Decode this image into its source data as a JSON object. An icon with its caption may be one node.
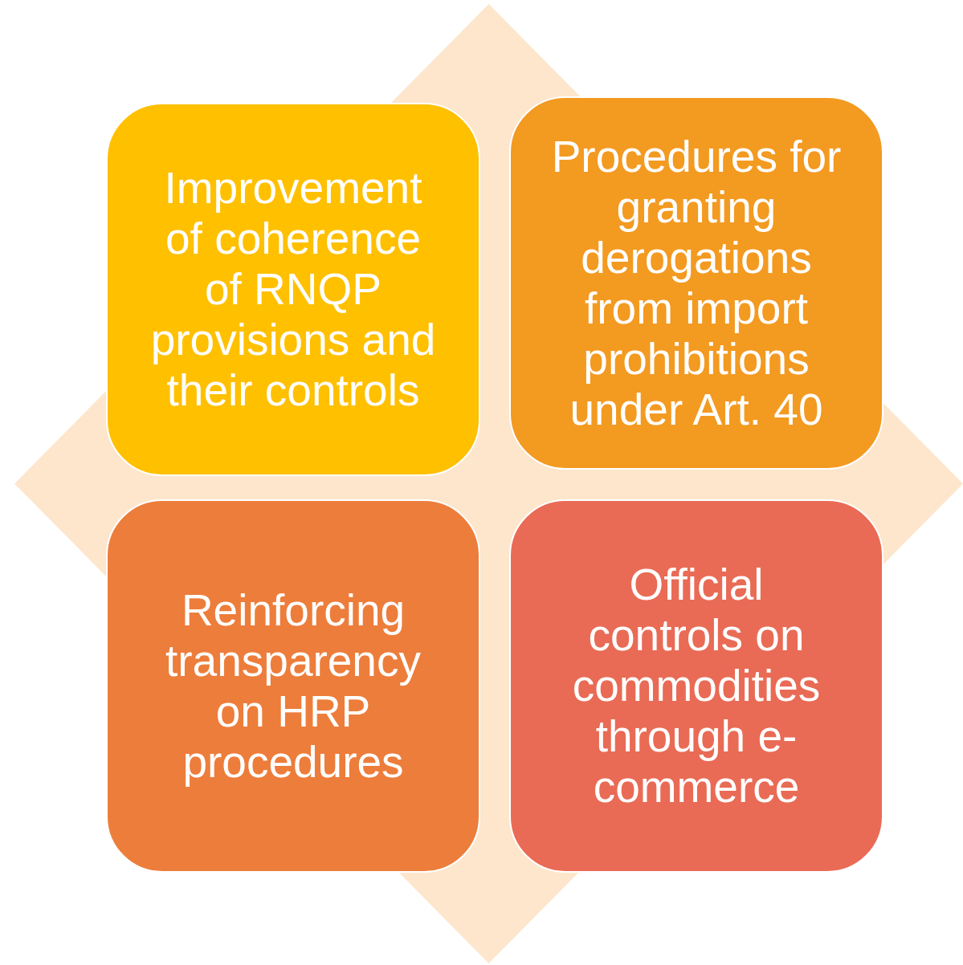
{
  "diagram": {
    "nodes": [
      {
        "text": [],
        "shape": "diamond"
      },
      {
        "text": [
          "Improvement of coherence of RNQP provisions and their controls"
        ],
        "in": 0
      },
      {
        "text": [
          "Procedures for granting derogations from import prohibitions under Art. 40"
        ],
        "in": 0
      },
      {
        "text": [
          "Reinforcing transparency on HRP procedures"
        ],
        "in": 0
      },
      {
        "text": [
          "Official controls on commodities through e-commerce"
        ],
        "in": 0
      }
    ]
  }
}
